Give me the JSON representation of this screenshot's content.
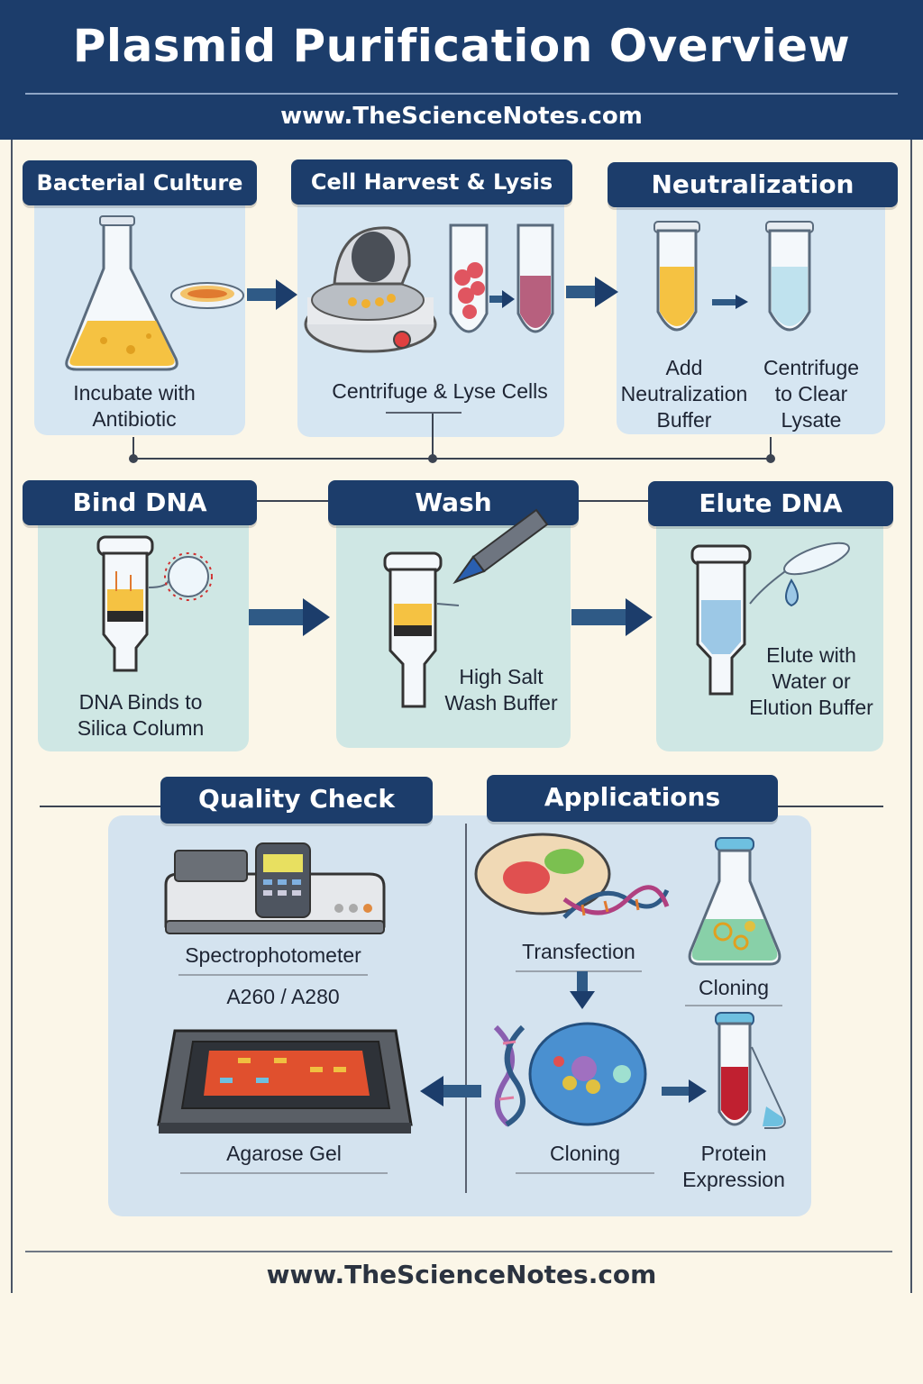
{
  "header": {
    "title": "Plasmid Purification Overview",
    "url": "www.TheScienceNotes.com"
  },
  "steps_row1": [
    {
      "title": "Bacterial Culture",
      "caption": "Incubate with Antibiotic"
    },
    {
      "title": "Cell Harvest & Lysis",
      "caption": "Centrifuge & Lyse Cells"
    },
    {
      "title": "Neutralization",
      "caption_left": "Add Neutralization Buffer",
      "caption_right": "Centrifuge to Clear Lysate"
    }
  ],
  "steps_row2": [
    {
      "title": "Bind DNA",
      "caption": "DNA Binds to Silica Column"
    },
    {
      "title": "Wash",
      "caption": "High Salt Wash Buffer"
    },
    {
      "title": "Elute DNA",
      "caption": "Elute with Water or Elution Buffer"
    }
  ],
  "quality_check": {
    "title": "Quality Check",
    "spectro_label": "Spectrophotometer",
    "ratio_label": "A260 / A280",
    "gel_label": "Agarose Gel"
  },
  "applications": {
    "title": "Applications",
    "transfection": "Transfection",
    "cloning_top": "Cloning",
    "cloning_bottom": "Cloning",
    "protein": "Protein Expression"
  },
  "footer": {
    "url": "www.TheScienceNotes.com"
  },
  "colors": {
    "navy": "#1c3d6b",
    "panel_blue": "#d6e6f2",
    "panel_teal": "#cfe7e4",
    "background": "#fbf6e8"
  }
}
